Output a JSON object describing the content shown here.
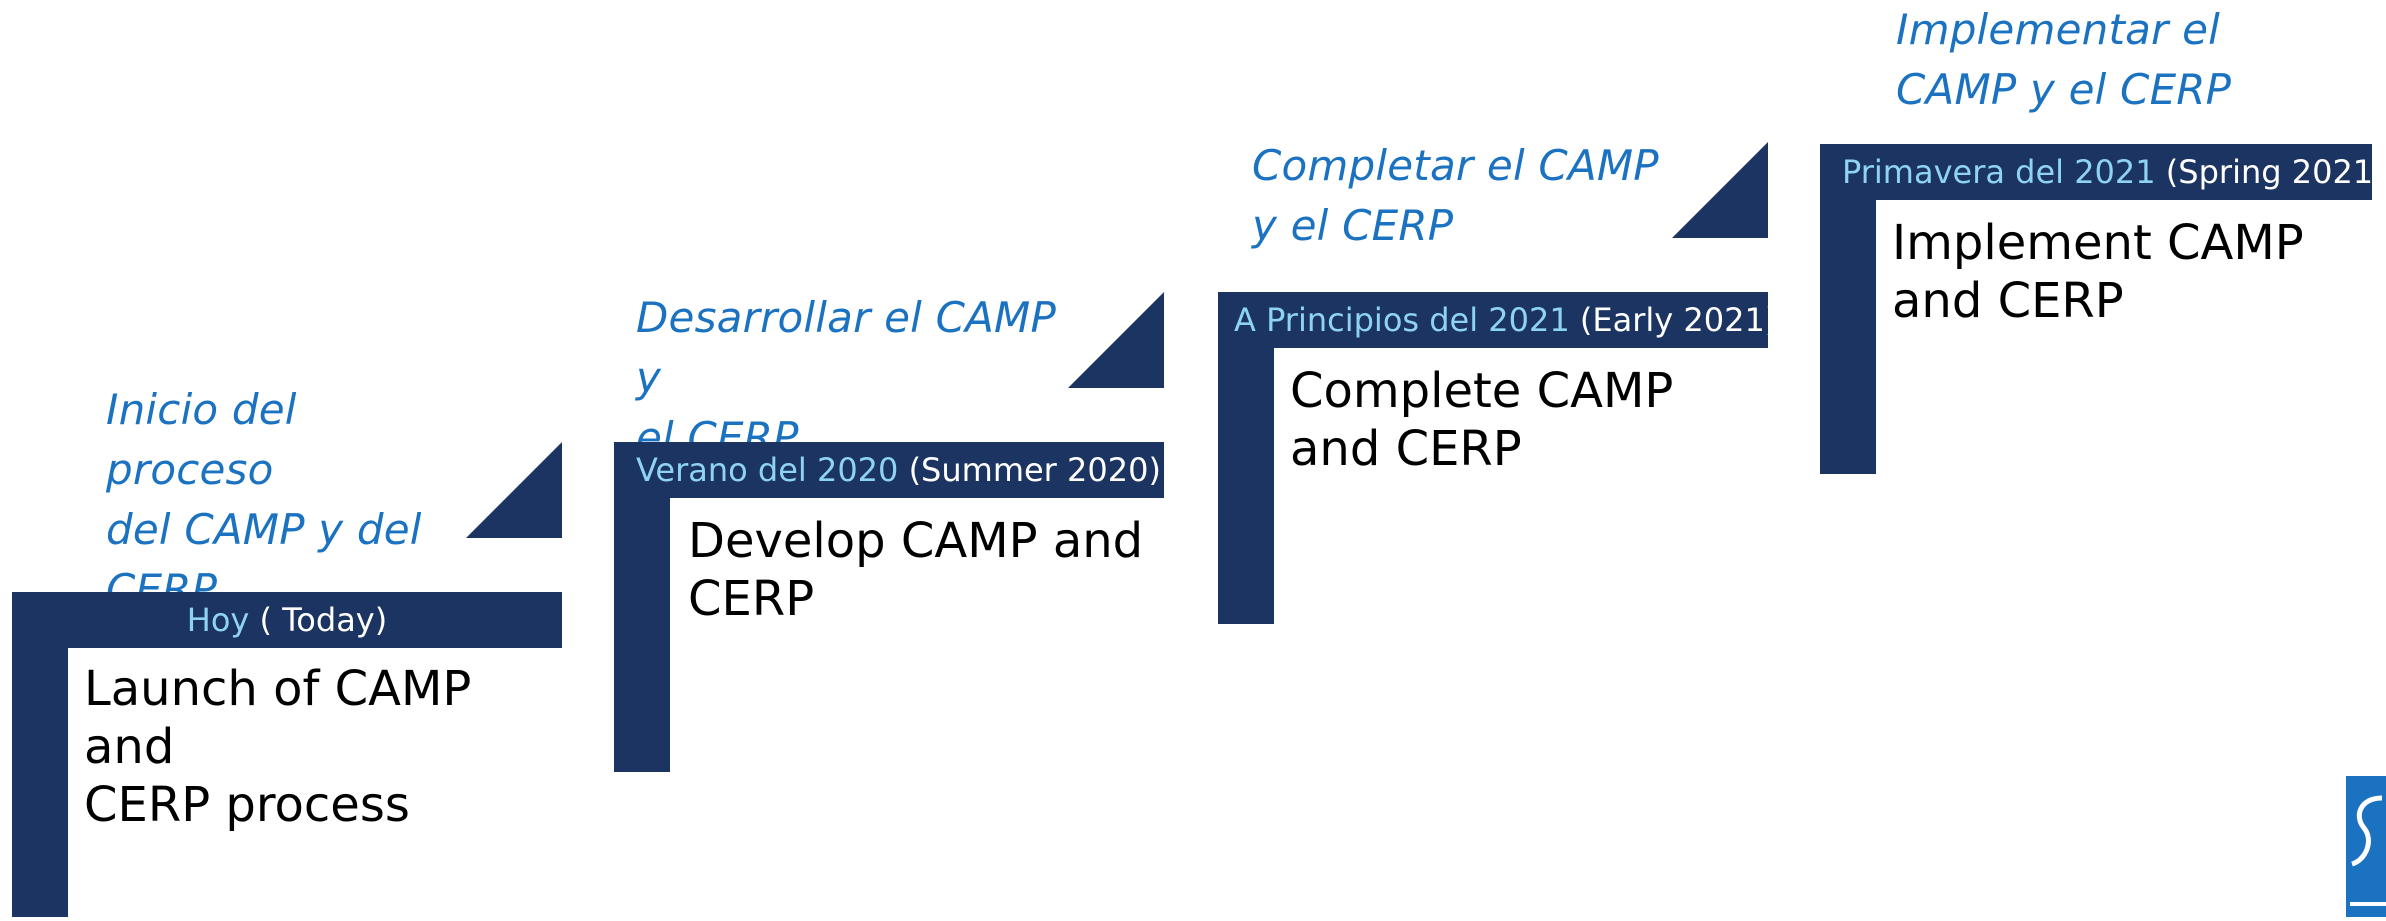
{
  "colors": {
    "navy": "#1c3461",
    "spanish_text": "#1b72c0",
    "spanish_date": "#8fd3f3"
  },
  "steps": [
    {
      "spanish_title": "Inicio del proceso\ndel CAMP y del\nCERP",
      "date_es": "Hoy",
      "date_en": " ( Today)",
      "description": "Launch of CAMP and\nCERP process"
    },
    {
      "spanish_title": "Desarrollar el CAMP y\nel CERP",
      "date_es": "Verano del 2020",
      "date_en": " (Summer 2020)",
      "description": "Develop CAMP and\nCERP"
    },
    {
      "spanish_title": "Completar el CAMP\ny el CERP",
      "date_es": "A Principios del 2021",
      "date_en": " (Early 2021)",
      "description": "Complete CAMP\nand CERP"
    },
    {
      "spanish_title": "Implementar el\nCAMP y el CERP",
      "date_es": "Primavera del 2021",
      "date_en": " (Spring 2021)",
      "description": "Implement CAMP\nand CERP"
    }
  ],
  "logo": {
    "icon": "organization-logo"
  }
}
